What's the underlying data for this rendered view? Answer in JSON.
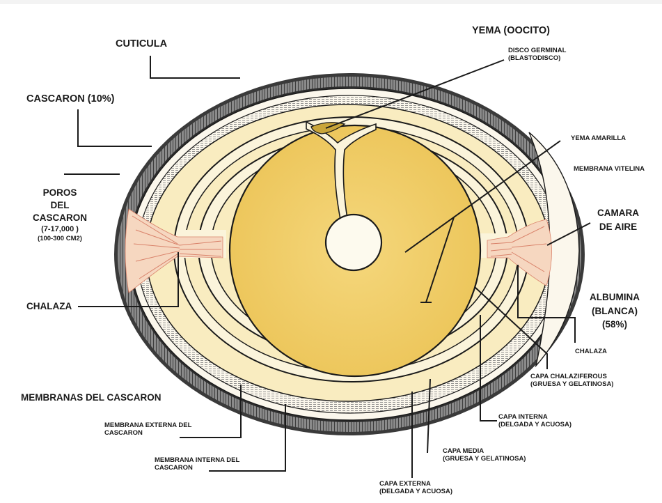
{
  "diagram": {
    "labels": {
      "cuticula": "CUTICULA",
      "yema_oocito": "YEMA (OOCITO)",
      "disco_germinal": [
        "DISCO GERMINAL",
        "(BLASTODISCO)"
      ],
      "cascaron": "CASCARON (10%)",
      "yema_amarilla": "YEMA AMARILLA",
      "membrana_vitelina": "MEMBRANA VITELINA",
      "poros": [
        "POROS",
        "DEL",
        "CASCARON",
        "(7-17,000 )",
        "(100-300 CM2)"
      ],
      "camara_de_aire": [
        "CAMARA",
        "DE AIRE"
      ],
      "chalaza_left": "CHALAZA",
      "albumina": [
        "ALBUMINA",
        "(BLANCA)",
        "(58%)"
      ],
      "chalaza_right": "CHALAZA",
      "capa_chalaziferous": [
        "CAPA CHALAZIFEROUS",
        "(GRUESA Y GELATINOSA)"
      ],
      "membranas_cascaron": "MEMBRANAS DEL CASCARON",
      "capa_interna": [
        "CAPA INTERNA",
        "(DELGADA Y ACUOSA)"
      ],
      "membrana_externa": [
        "MEMBRANA EXTERNA DEL",
        "CASCARON"
      ],
      "capa_media": [
        "CAPA MEDIA",
        "(GRUESA Y GELATINOSA)"
      ],
      "membrana_interna": [
        "MEMBRANA INTERNA DEL",
        "CASCARON"
      ],
      "capa_externa": [
        "CAPA EXTERNA",
        "(DELGADA Y ACUOSA)"
      ]
    },
    "colors": {
      "shell": "#6f6f6f",
      "shell_dark": "#2e2e2e",
      "albumen": "#f9ecc0",
      "albumen_light": "#fbf4db",
      "yolk": "#f0cd6a",
      "yolk_edge": "#e3bb55",
      "chalaza": "#e8b898",
      "chalaza_line": "#d9826a",
      "outline": "#1a1a1a"
    }
  }
}
